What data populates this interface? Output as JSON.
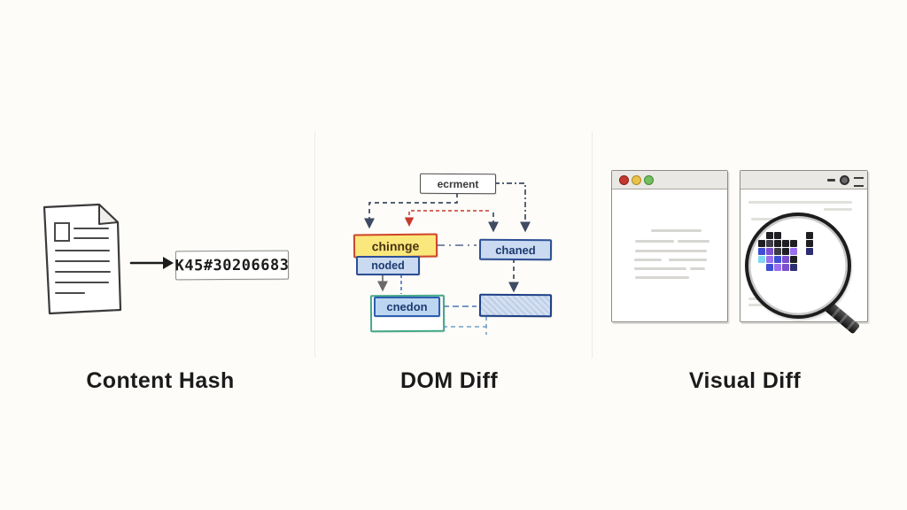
{
  "canvas": {
    "background": "#fdfcf8"
  },
  "sections": {
    "content_hash": {
      "label": "Content Hash",
      "hash_value": "K45#30206683"
    },
    "dom_diff": {
      "label": "DOM Diff",
      "nodes": {
        "root": "ecrment",
        "changed_left": "chinnge",
        "node_left": "noded",
        "changed_right": "chaned",
        "node_bottom": "cnedon"
      },
      "colors": {
        "highlight_fill": "#fbe87c",
        "highlight_border": "#cf4428",
        "node_fill": "#c9daf1",
        "node_border": "#2d4f96",
        "added_border": "#44a88a",
        "arrow_dark": "#3f4a63",
        "arrow_red": "#c8382b",
        "arrow_blue": "#4a74b8"
      }
    },
    "visual_diff": {
      "label": "Visual Diff",
      "left_window_controls": [
        "close",
        "minimize",
        "zoom"
      ],
      "left_window_control_colors": [
        "#c4372c",
        "#e8c24a",
        "#74bf5e"
      ],
      "right_window_controls": [
        "minimize",
        "record",
        "menu"
      ],
      "pixel_grid": {
        "palette": {
          "k": "#1f1f23",
          "d": "#3c3c46",
          "p": "#7b4fd0",
          "v": "#9a6ff0",
          "b": "#3d4fd4",
          "c": "#7fd6f2",
          "n": "#2d2d72",
          "m": "#5a3f9e"
        },
        "rows": [
          [
            ".",
            "k",
            "k",
            ".",
            ".",
            ".",
            "k"
          ],
          [
            "k",
            "d",
            "k",
            "k",
            "k",
            ".",
            "k"
          ],
          [
            "b",
            "p",
            "d",
            "k",
            "v",
            ".",
            "n"
          ],
          [
            "c",
            "v",
            "b",
            "p",
            "k",
            ".",
            "."
          ],
          [
            ".",
            "b",
            "v",
            "p",
            "n",
            ".",
            "."
          ]
        ]
      }
    }
  }
}
